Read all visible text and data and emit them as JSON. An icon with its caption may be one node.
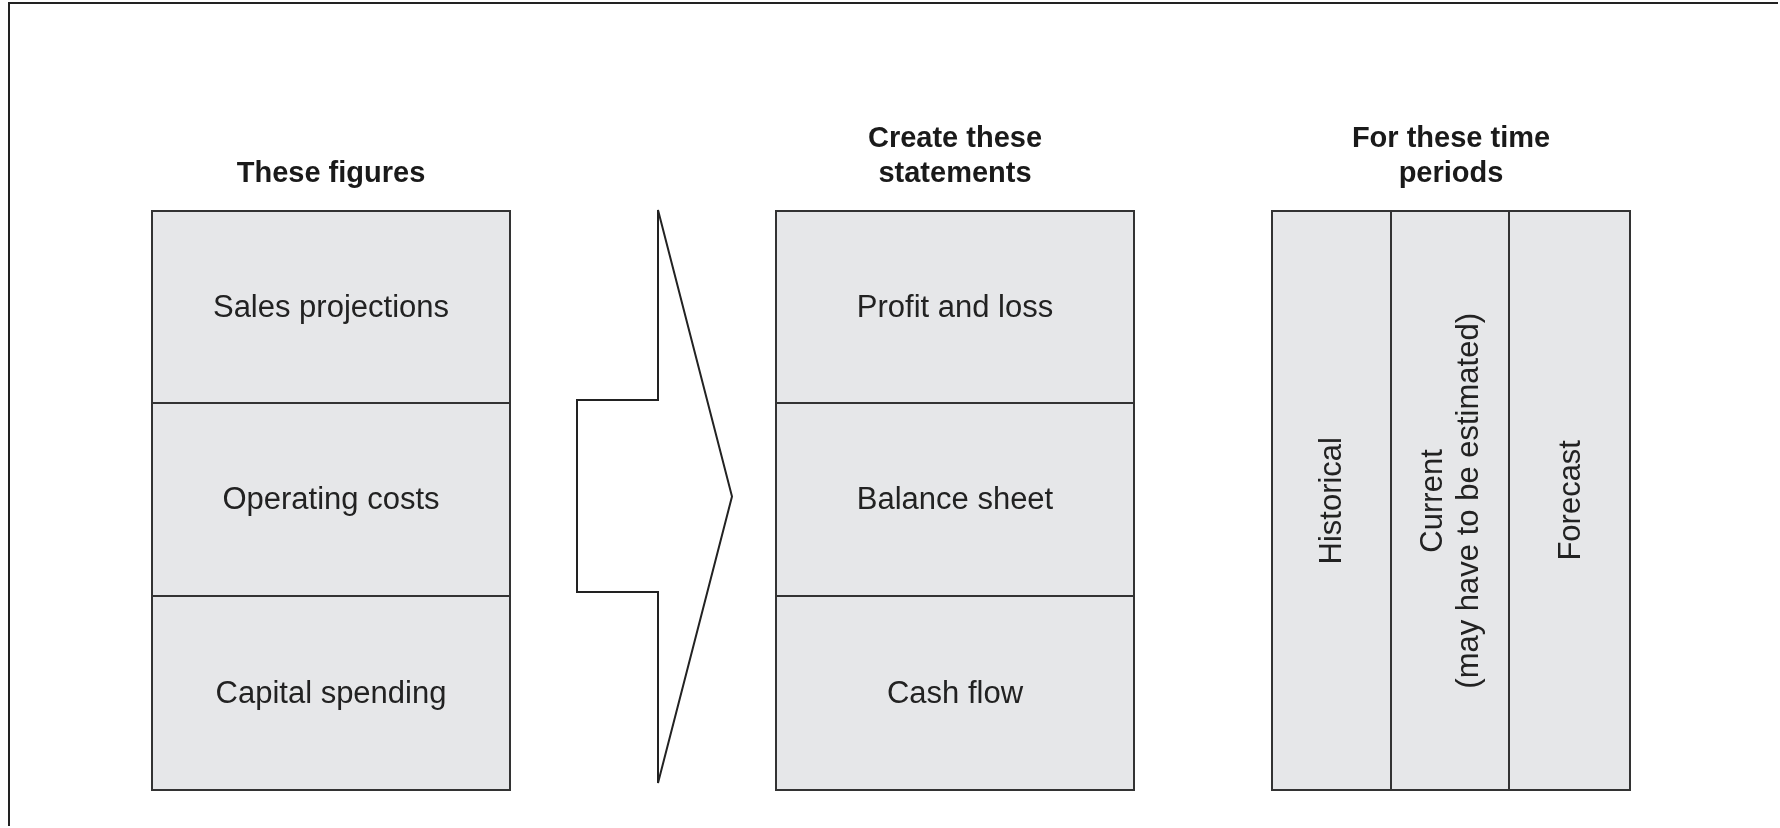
{
  "diagram": {
    "nodes": [
      {
        "text": [
          "These figures"
        ]
      },
      {
        "text": [
          "Sales projections"
        ],
        "in": 0
      },
      {
        "text": [
          "Operating costs"
        ],
        "in": 0
      },
      {
        "text": [
          "Capital spending"
        ],
        "in": 0
      },
      {
        "text": [
          "Create these statements"
        ]
      },
      {
        "text": [
          "Profit and loss"
        ],
        "in": 4
      },
      {
        "text": [
          "Balance sheet"
        ],
        "in": 4
      },
      {
        "text": [
          "Cash flow"
        ],
        "in": 4
      },
      {
        "text": [
          "For these time periods"
        ]
      },
      {
        "text": [
          "Historical"
        ],
        "in": 8
      },
      {
        "text": [
          "Current",
          "(may have to be estimated)"
        ],
        "in": 8
      },
      {
        "text": [
          "Forecast"
        ],
        "in": 8
      }
    ],
    "edges": [
      {
        "from": 0,
        "to": 4,
        "arrow": "to"
      }
    ]
  }
}
